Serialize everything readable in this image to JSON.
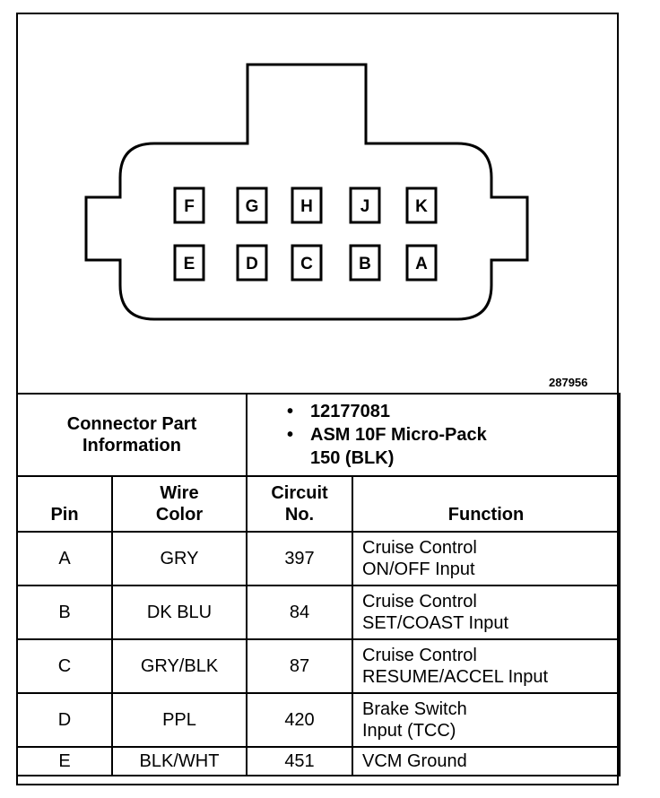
{
  "figure_id": "287956",
  "connector": {
    "top_row": [
      "F",
      "G",
      "H",
      "J",
      "K"
    ],
    "bottom_row": [
      "E",
      "D",
      "C",
      "B",
      "A"
    ]
  },
  "part_info": {
    "label_line1": "Connector Part",
    "label_line2": "Information",
    "items": [
      {
        "line1": "12177081",
        "line2": ""
      },
      {
        "line1": "ASM 10F Micro-Pack",
        "line2": "150 (BLK)"
      }
    ]
  },
  "headers": {
    "pin": "Pin",
    "wire_line1": "Wire",
    "wire_line2": "Color",
    "circuit_line1": "Circuit",
    "circuit_line2": "No.",
    "function": "Function"
  },
  "rows": [
    {
      "pin": "A",
      "color": "GRY",
      "circuit": "397",
      "function_line1": "Cruise Control",
      "function_line2": "ON/OFF Input"
    },
    {
      "pin": "B",
      "color": "DK BLU",
      "circuit": "84",
      "function_line1": "Cruise Control",
      "function_line2": "SET/COAST Input"
    },
    {
      "pin": "C",
      "color": "GRY/BLK",
      "circuit": "87",
      "function_line1": "Cruise Control",
      "function_line2": "RESUME/ACCEL Input"
    },
    {
      "pin": "D",
      "color": "PPL",
      "circuit": "420",
      "function_line1": "Brake Switch",
      "function_line2": "Input (TCC)"
    },
    {
      "pin": "E",
      "color": "BLK/WHT",
      "circuit": "451",
      "function_line1": "VCM Ground",
      "function_line2": ""
    }
  ]
}
